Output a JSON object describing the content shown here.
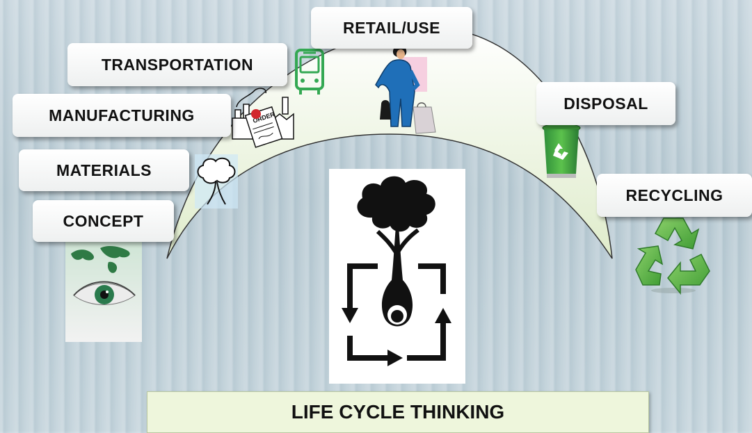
{
  "stages": {
    "concept": "CONCEPT",
    "materials": "MATERIALS",
    "manufacturing": "MANUFACTURING",
    "transportation": "TRANSPORTATION",
    "retail_use": "RETAIL/USE",
    "disposal": "DISPOSAL",
    "recycling": "RECYCLING"
  },
  "order_stamp": "ORDER",
  "footer_title": "LIFE CYCLE THINKING",
  "colors": {
    "arc_fill": "#e9f2d4",
    "footer_bg": "#eef6dc",
    "green_icon": "#3aa54a",
    "recycle_green": "#5bb042"
  }
}
